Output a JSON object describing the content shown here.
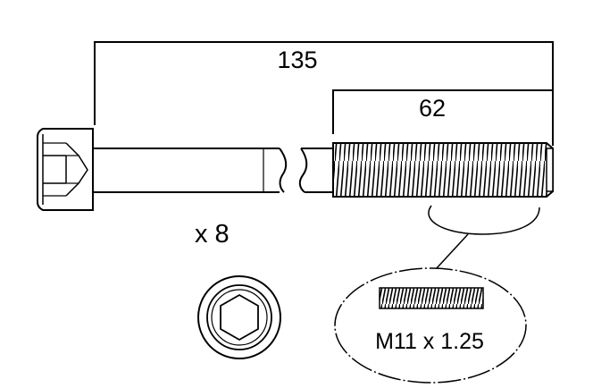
{
  "drawing": {
    "total_length_label": "135",
    "thread_length_label": "62",
    "quantity_label": "x 8",
    "thread_spec_label": "M11 x 1.25"
  }
}
